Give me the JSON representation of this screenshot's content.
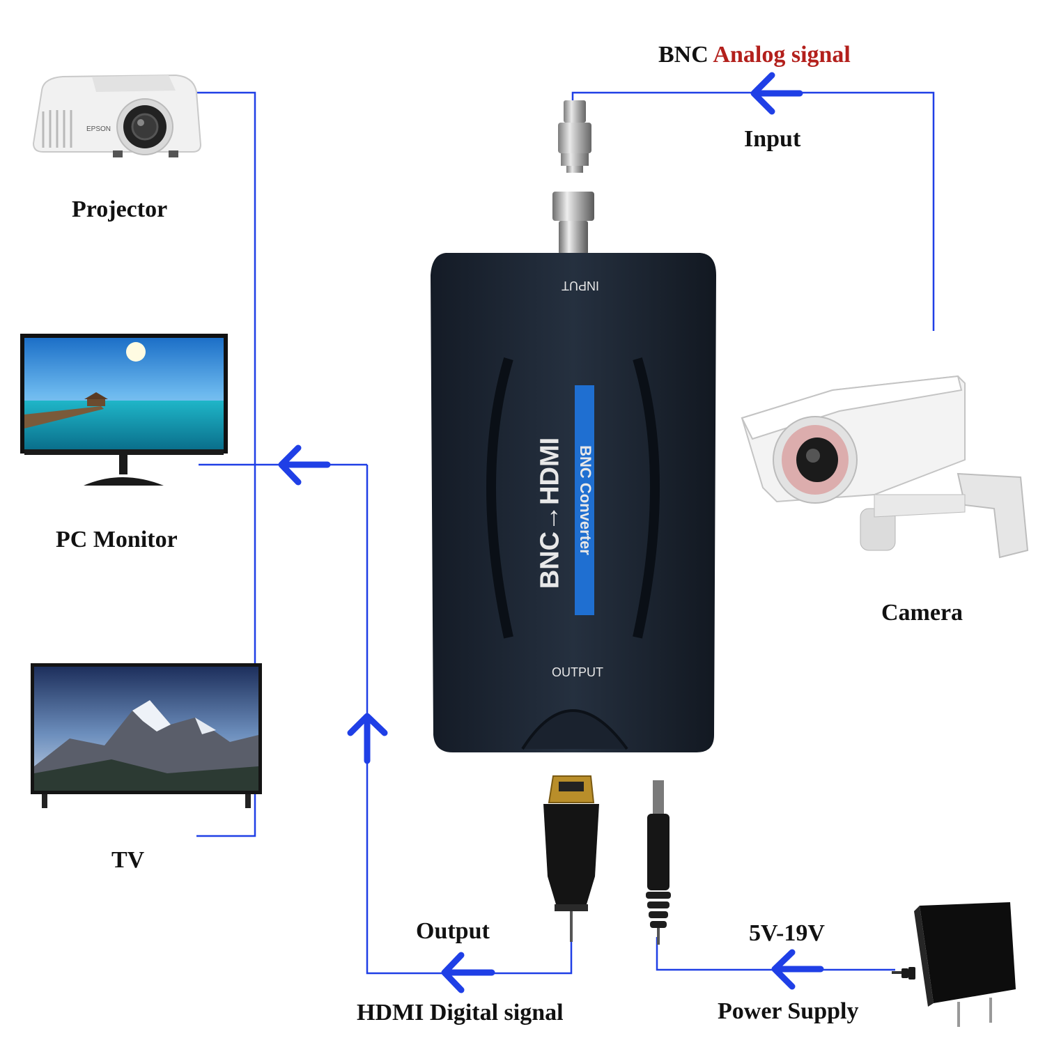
{
  "title": {
    "prefix": "BNC",
    "highlight": "Analog signal"
  },
  "labels": {
    "input": "Input",
    "projector": "Projector",
    "pc_monitor": "PC Monitor",
    "tv": "TV",
    "camera": "Camera",
    "output": "Output",
    "hdmi_signal": "HDMI Digital signal",
    "voltage": "5V-19V",
    "power_supply": "Power Supply"
  },
  "device": {
    "port_input": "INPUT",
    "port_output": "OUTPUT",
    "title": "BNC→HDMI",
    "subtitle": "BNC Converter",
    "projector_brand": "EPSON"
  },
  "colors": {
    "wire": "#1f3fe6",
    "highlight": "#b3201c",
    "device_body": "#1c2431",
    "device_stripe": "#1f6fd1"
  }
}
